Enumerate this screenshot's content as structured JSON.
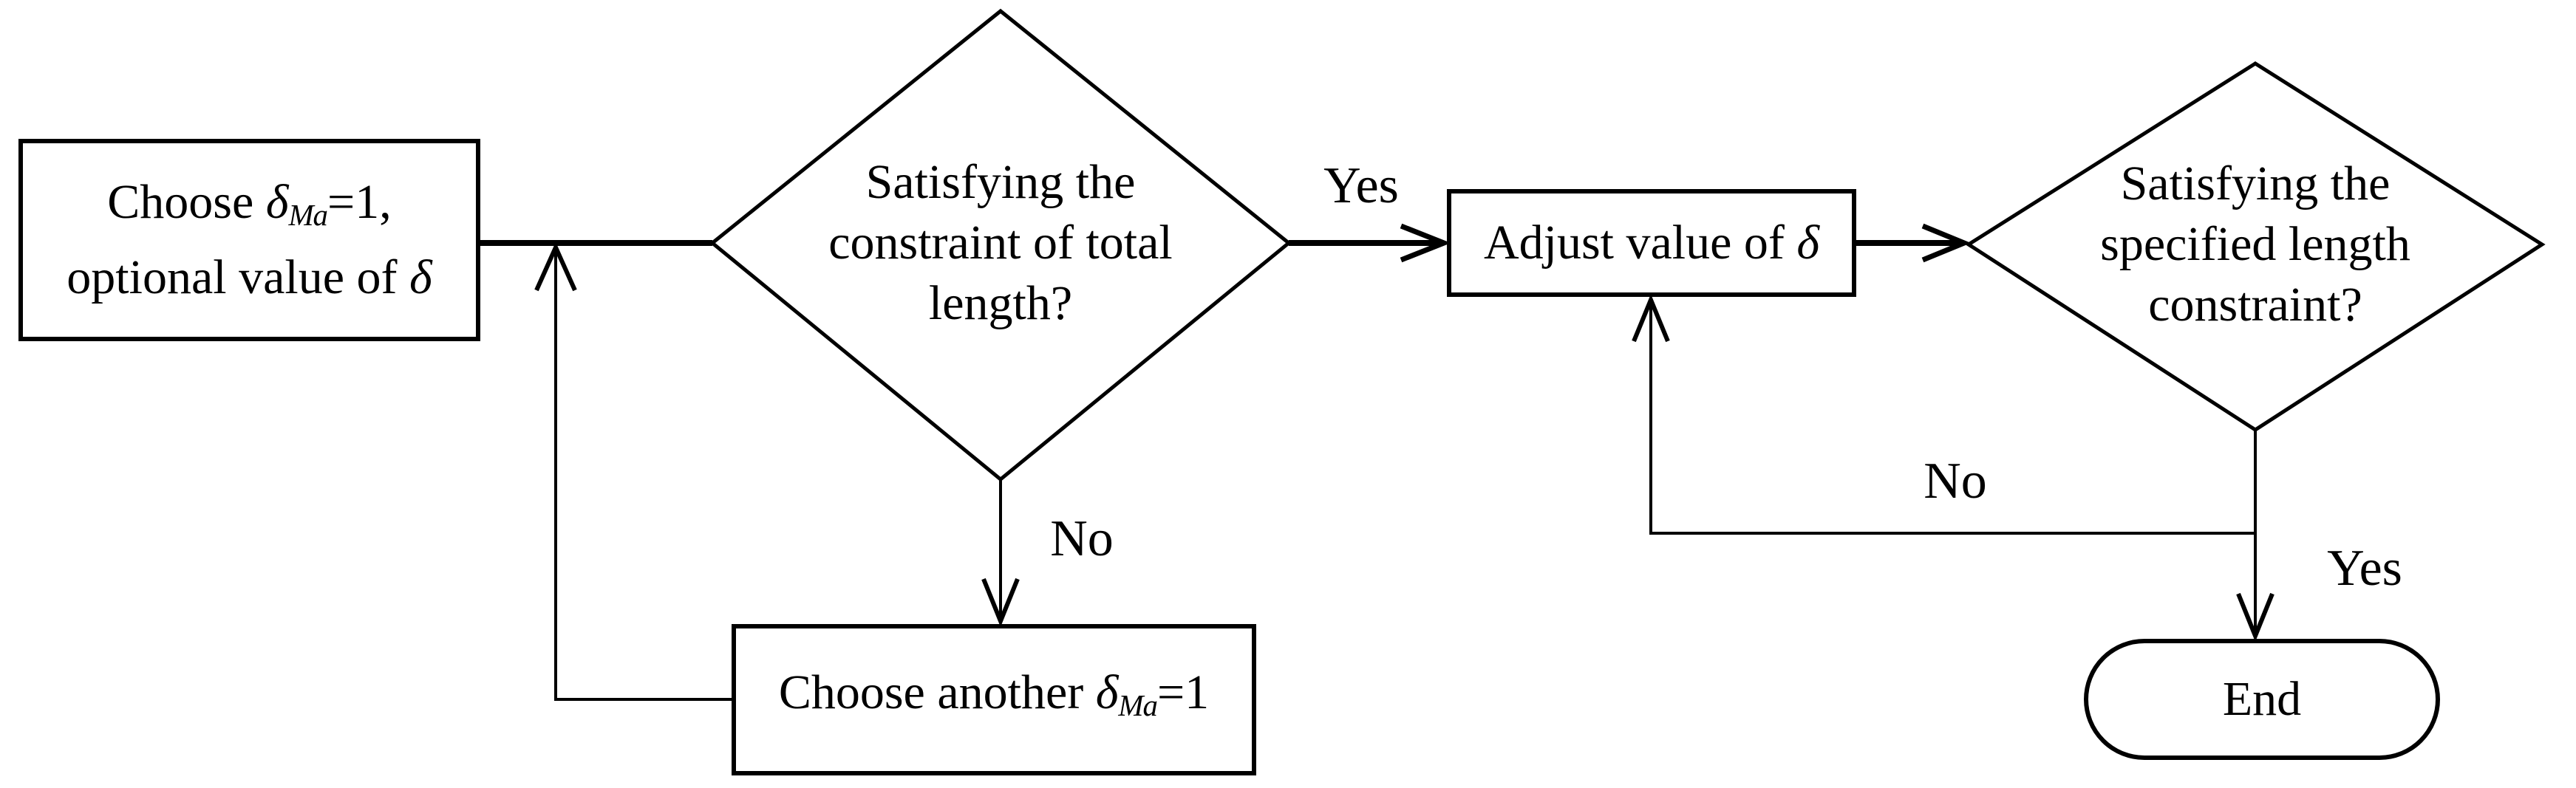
{
  "nodes": {
    "start": {
      "l1_pre": "Choose ",
      "l1_delta": "δ",
      "l1_sub": "Ma",
      "l1_post": "=1,",
      "l2_pre": "optional value of ",
      "l2_delta": "δ"
    },
    "decision_total": {
      "l1": "Satisfying the",
      "l2": "constraint of total",
      "l3": "length?"
    },
    "adjust": {
      "pre": "Adjust value of ",
      "delta": "δ"
    },
    "decision_specified": {
      "l1": "Satisfying the",
      "l2": "specified length",
      "l3": "constraint?"
    },
    "choose_another": {
      "pre": "Choose another ",
      "delta": "δ",
      "sub": "Ma",
      "post": "=1"
    },
    "end": {
      "label": "End"
    }
  },
  "edge_labels": {
    "yes_total": "Yes",
    "no_total": "No",
    "no_specified": "No",
    "yes_specified": "Yes"
  },
  "colors": {
    "stroke": "#000000",
    "background": "#ffffff"
  }
}
